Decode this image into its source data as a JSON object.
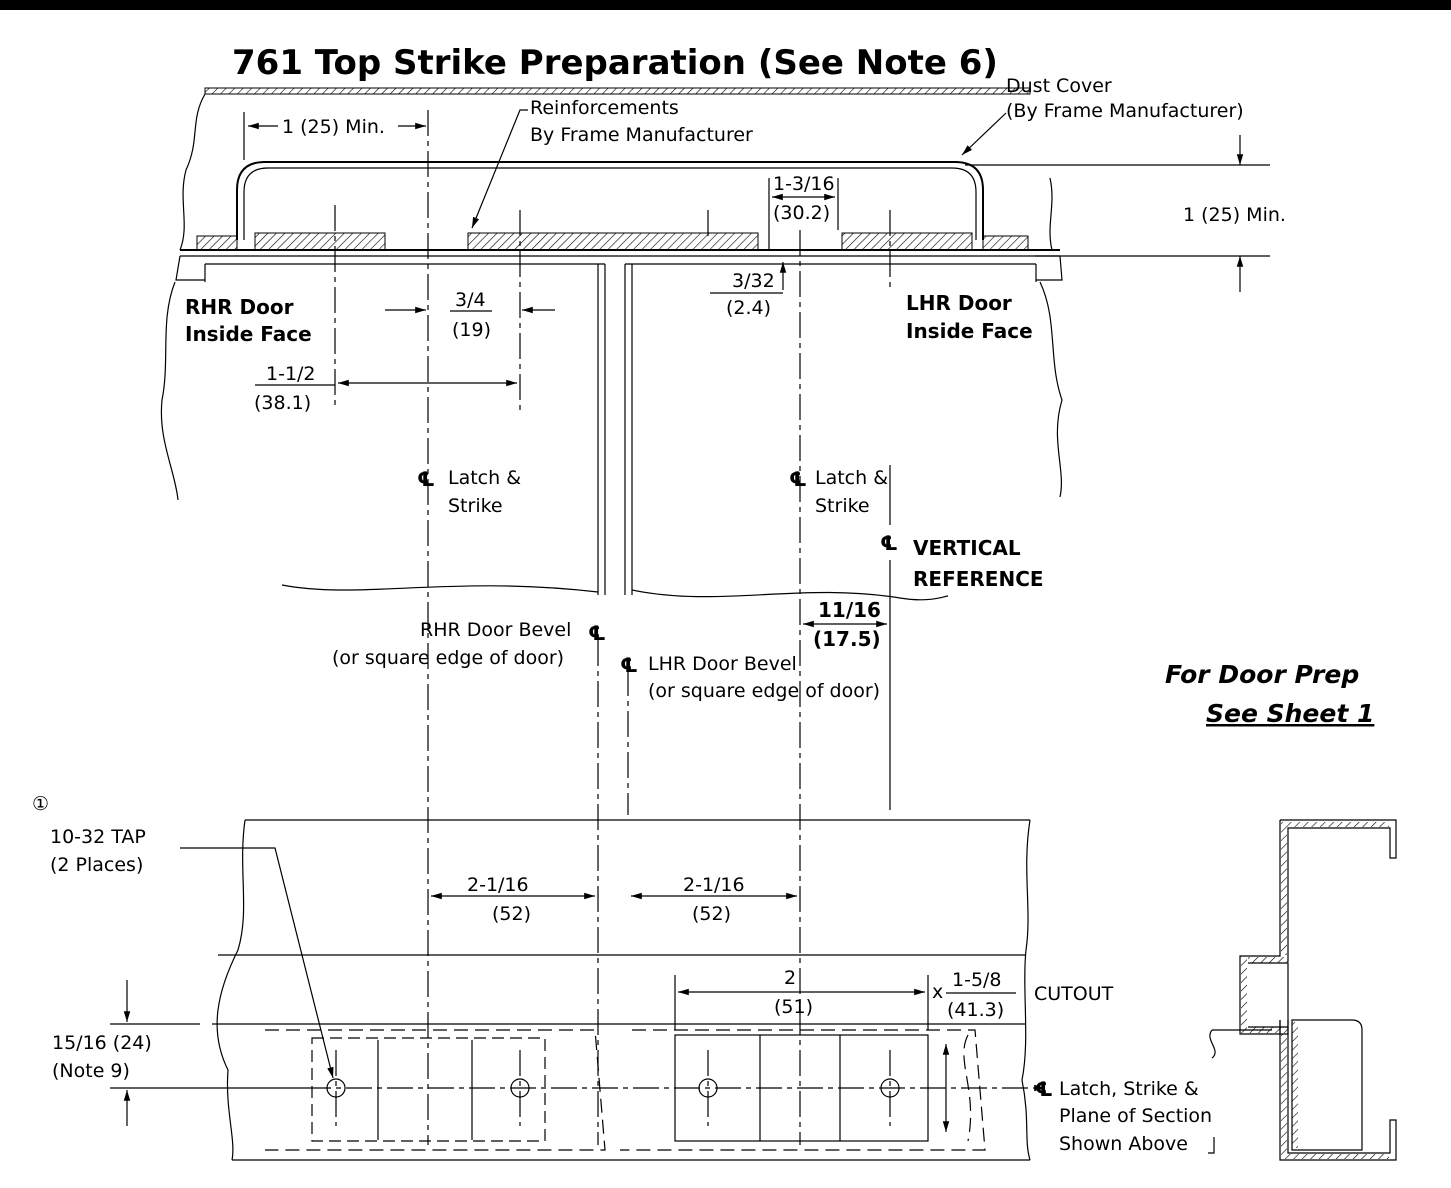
{
  "title": "761 Top Strike Preparation (See Note 6)",
  "labels": {
    "dust_cover_1": "Dust Cover",
    "dust_cover_2": "(By Frame Manufacturer)",
    "reinf_1": "Reinforcements",
    "reinf_2": "By Frame Manufacturer",
    "min_1in_left": "1 (25) Min.",
    "min_1in_right": "1 (25) Min.",
    "dim_1_3_16": "1-3/16",
    "dim_30_2": "(30.2)",
    "dim_3_32": "3/32",
    "dim_2_4": "(2.4)",
    "dim_3_4": "3/4",
    "dim_19": "(19)",
    "dim_1_1_2": "1-1/2",
    "dim_38_1": "(38.1)",
    "rhr_face_1": "RHR Door",
    "rhr_face_2": "Inside Face",
    "lhr_face_1": "LHR Door",
    "lhr_face_2": "Inside Face",
    "cl_latch_1": "Latch &",
    "cl_latch_2": "Strike",
    "cl_vert_1": "VERTICAL",
    "cl_vert_2": "REFERENCE",
    "dim_11_16": "11/16",
    "dim_17_5": "(17.5)",
    "rhr_bevel_1": "RHR Door Bevel",
    "rhr_bevel_2": "(or square edge of door)",
    "lhr_bevel_1": "LHR Door Bevel",
    "lhr_bevel_2": "(or square edge of door)",
    "door_prep_1": "For Door Prep",
    "door_prep_2": "See Sheet 1",
    "circle_1": "①",
    "tap_1": "10-32 TAP",
    "tap_2": "(2 Places)",
    "dim_2_1_16": "2-1/16",
    "dim_52": "(52)",
    "dim_2": "2",
    "dim_51": "(51)",
    "x": "x",
    "dim_1_5_8": "1-5/8",
    "dim_41_3": "(41.3)",
    "cutout": "CUTOUT",
    "dim_15_16": "15/16 (24)",
    "note9": "(Note 9)",
    "section_1": "Latch, Strike &",
    "section_2": "Plane of Section",
    "section_3": "Shown Above",
    "cl": "℄"
  }
}
